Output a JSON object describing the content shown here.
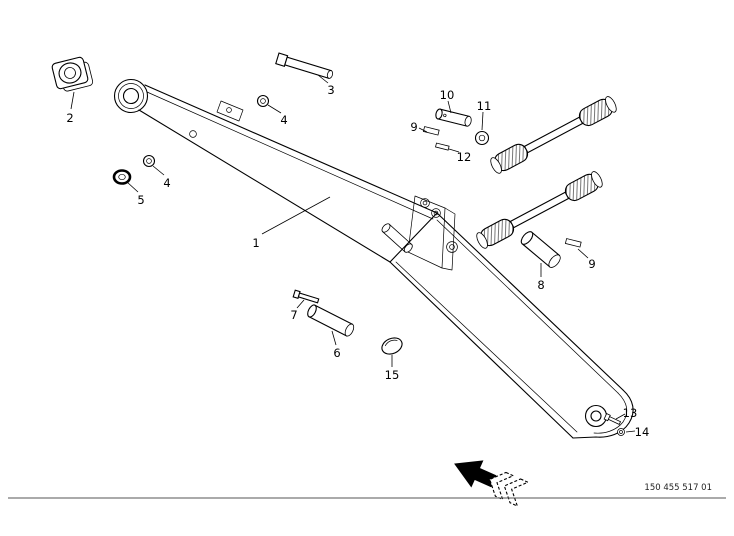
{
  "diagram_title": "boom-arm-exploded-parts-diagram",
  "colors": {
    "line": "#000000",
    "background": "#ffffff",
    "knurl_shade": "#777777"
  },
  "parts": {
    "1": "1",
    "2": "2",
    "3": "3",
    "4": "4",
    "5": "5",
    "6": "6",
    "7": "7",
    "8": "8",
    "9": "9",
    "10": "10",
    "11": "11",
    "12": "12",
    "13": "13",
    "14": "14",
    "15": "15"
  },
  "footer": {
    "doc_number": "150 455 517 01"
  }
}
